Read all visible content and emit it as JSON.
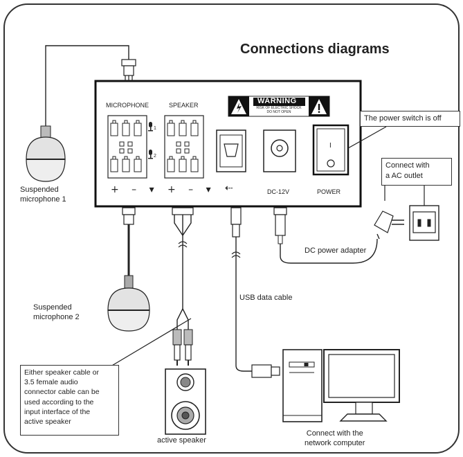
{
  "title": "Connections  diagrams",
  "panel": {
    "microphone_label": "MICROPHONE",
    "speaker_label": "SPEAKER",
    "dc_label": "DC-12V",
    "power_label": "POWER",
    "mic_index_1": "1",
    "mic_index_2": "2",
    "terminal_symbols": "+ – ▾",
    "usb_symbol": "⇠",
    "switch_mark": "I"
  },
  "warning": {
    "title": "WARNING",
    "line1": "RISK OF ELECTRIC SHOCK",
    "line2": "DO NOT OPEN"
  },
  "labels": {
    "mic1": [
      "Suspended",
      "microphone 1"
    ],
    "mic2": [
      "Suspended",
      "microphone 2"
    ],
    "power_switch": "The power switch is off",
    "ac_outlet": [
      "Connect with",
      "a AC outlet"
    ],
    "dc_adapter": "DC power adapter",
    "usb_cable": "USB data cable",
    "speaker_note": [
      "Either speaker cable or",
      "3.5 female audio",
      "connector cable can be",
      "used according to the",
      "input interface of the",
      "active speaker"
    ],
    "active_speaker": "active speaker",
    "computer": [
      "Connect with the",
      "network computer"
    ]
  },
  "colors": {
    "line": "#222222",
    "panel_fill": "#ffffff",
    "frame": "#333333"
  },
  "icons": [
    "warning-lightning-icon",
    "warning-exclamation-icon",
    "microphone-icon",
    "usb-icon",
    "power-outlet-icon",
    "plug-adapter-icon",
    "computer-tower-icon",
    "monitor-icon",
    "speaker-icon"
  ]
}
